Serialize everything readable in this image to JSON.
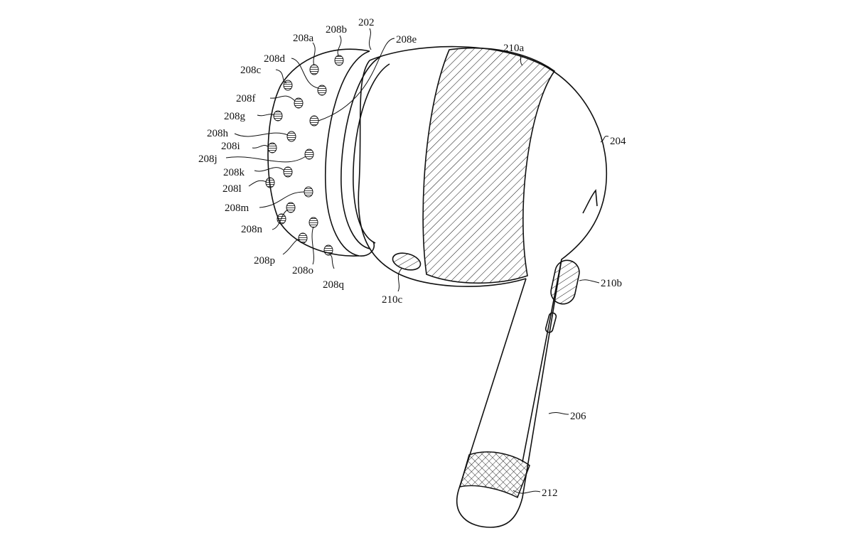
{
  "figure": {
    "labels": {
      "l202": "202",
      "l204": "204",
      "l206": "206",
      "l212": "212",
      "l210a": "210a",
      "l210b": "210b",
      "l210c": "210c",
      "l208a": "208a",
      "l208b": "208b",
      "l208c": "208c",
      "l208d": "208d",
      "l208e": "208e",
      "l208f": "208f",
      "l208g": "208g",
      "l208h": "208h",
      "l208i": "208i",
      "l208j": "208j",
      "l208k": "208k",
      "l208l": "208l",
      "l208m": "208m",
      "l208n": "208n",
      "l208o": "208o",
      "l208p": "208p",
      "l208q": "208q"
    },
    "colors": {
      "line": "#111111",
      "background": "#ffffff"
    }
  }
}
